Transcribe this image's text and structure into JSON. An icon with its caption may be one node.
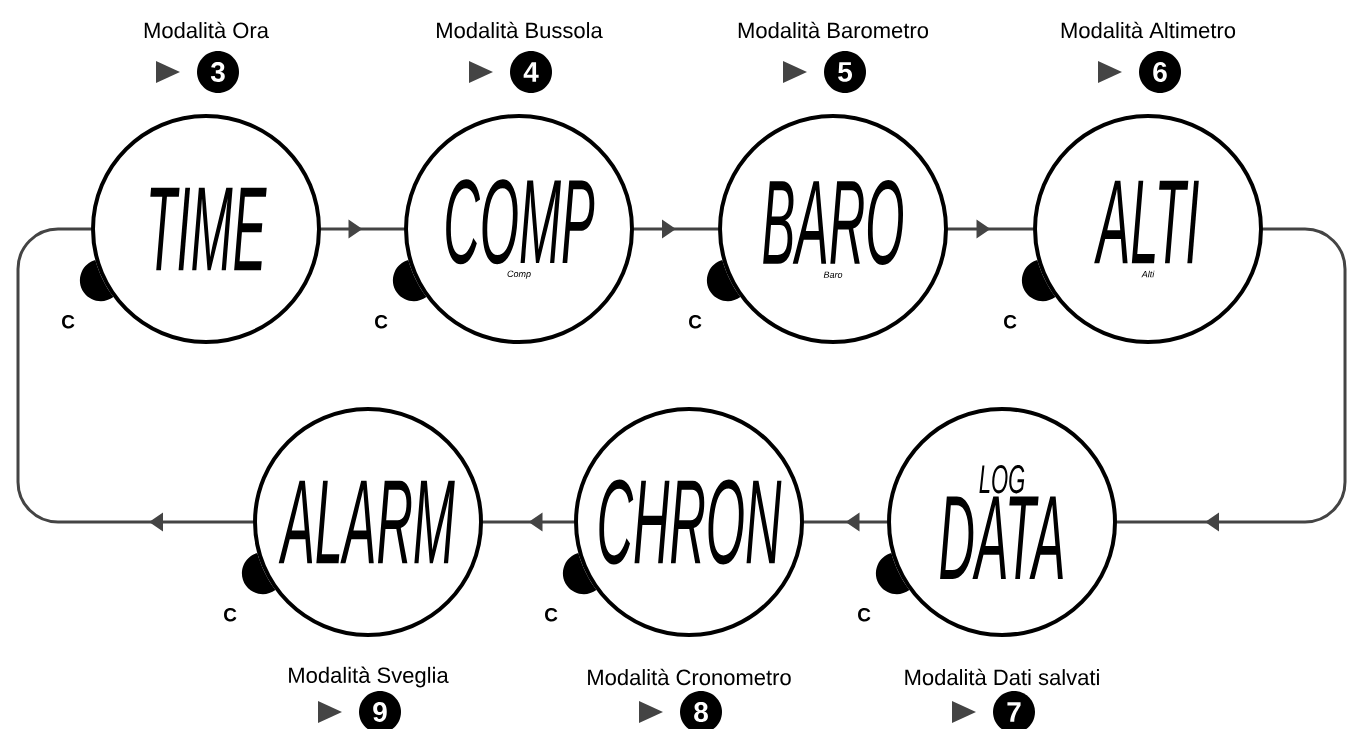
{
  "diagram": {
    "nodes": [
      {
        "text": [
          "TIME"
        ],
        "beside": [
          "Modalità Ora",
          "3",
          "C"
        ]
      },
      {
        "text": [
          "COMP",
          "Comp"
        ],
        "beside": [
          "Modalità Bussola",
          "4",
          "C"
        ]
      },
      {
        "text": [
          "BARO",
          "Baro"
        ],
        "beside": [
          "Modalità Barometro",
          "5",
          "C"
        ]
      },
      {
        "text": [
          "ALTI",
          "Alti"
        ],
        "beside": [
          "Modalità Altimetro",
          "6",
          "C"
        ]
      },
      {
        "text": [
          "LOG",
          "DATA"
        ],
        "beside": [
          "Modalità Dati salvati",
          "7",
          "C"
        ]
      },
      {
        "text": [
          "CHRON"
        ],
        "beside": [
          "Modalità Cronometro",
          "8",
          "C"
        ]
      },
      {
        "text": [
          "ALARM"
        ],
        "beside": [
          "Modalità Sveglia",
          "9",
          "C"
        ]
      }
    ],
    "edges": [
      {
        "from": 0,
        "to": 1,
        "arrow": "to"
      },
      {
        "from": 1,
        "to": 2,
        "arrow": "to"
      },
      {
        "from": 2,
        "to": 3,
        "arrow": "to"
      },
      {
        "from": 3,
        "to": 4,
        "arrow": "to"
      },
      {
        "from": 4,
        "to": 5,
        "arrow": "to"
      },
      {
        "from": 5,
        "to": 6,
        "arrow": "to"
      },
      {
        "from": 6,
        "to": 0,
        "arrow": "to"
      }
    ]
  }
}
